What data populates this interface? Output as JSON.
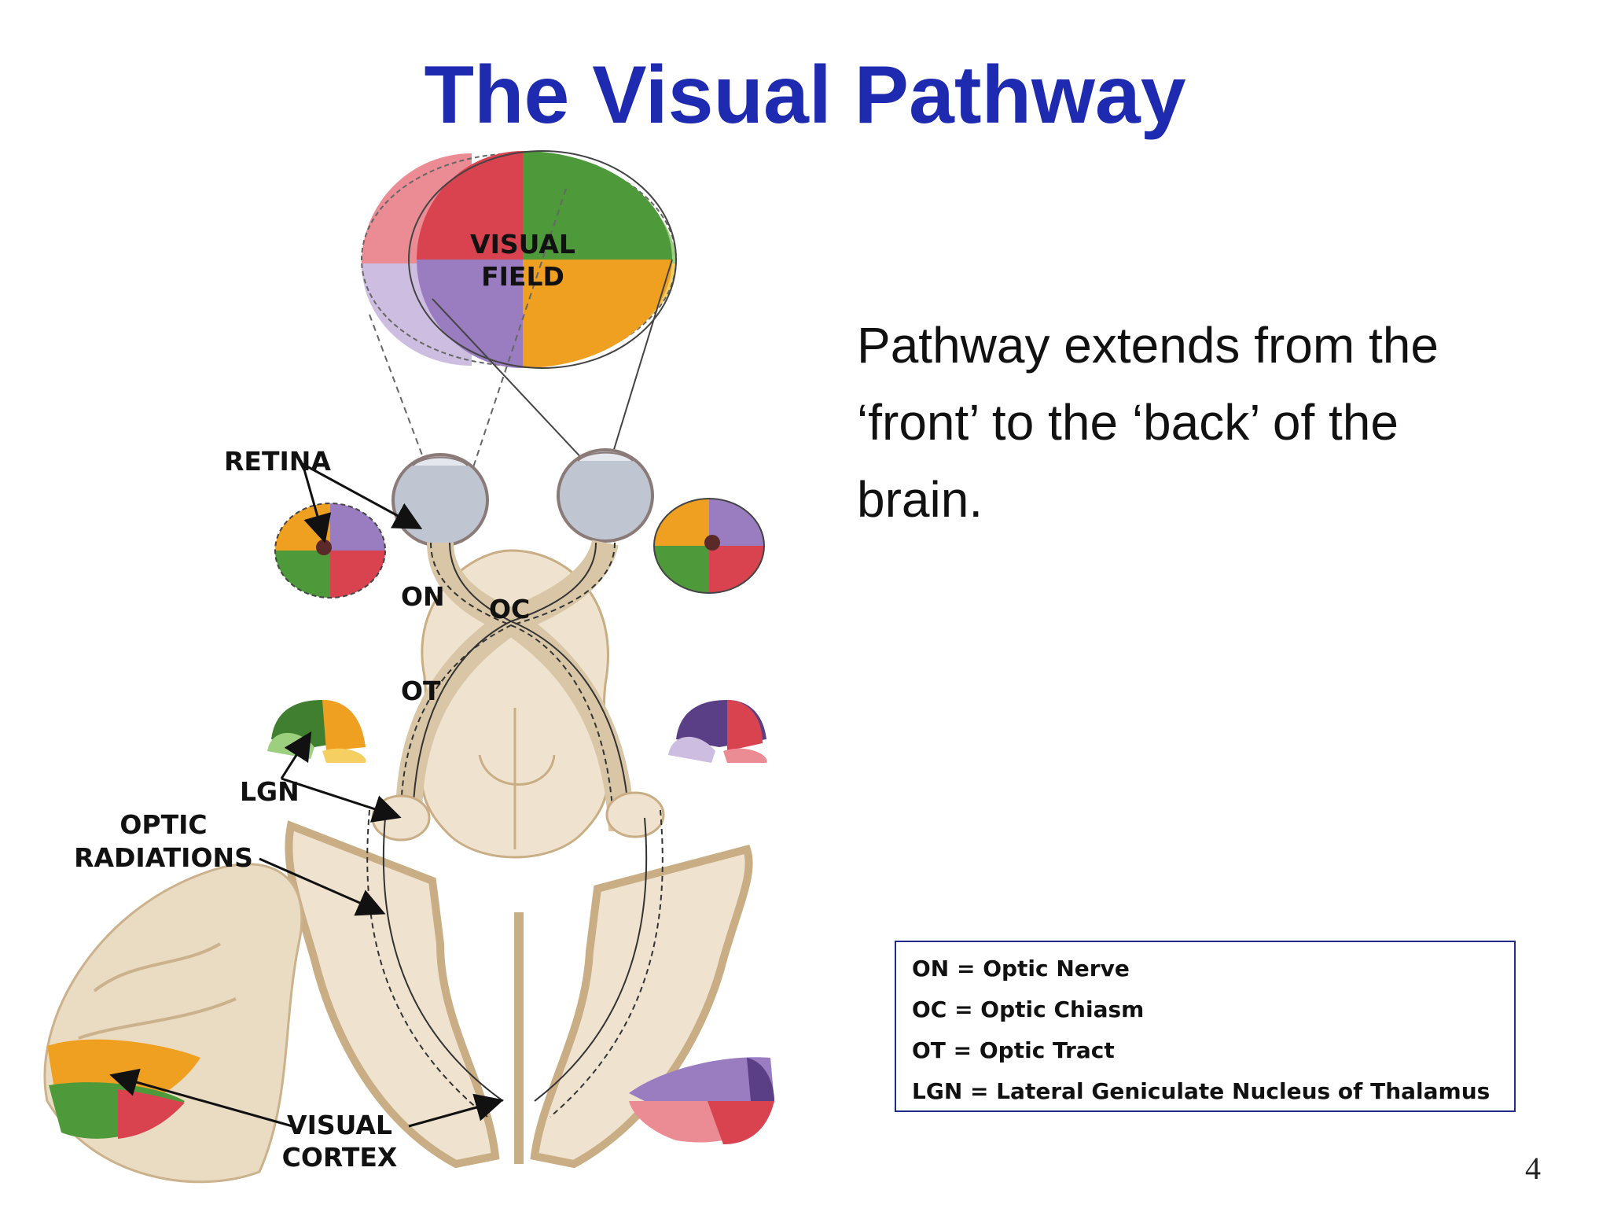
{
  "slide": {
    "title": "The Visual Pathway",
    "body_lines": [
      "Pathway extends from the",
      "‘front’ to the ‘back’ of the",
      "brain."
    ],
    "page_number": "4"
  },
  "diagram": {
    "labels": {
      "visual_field_line1": "VISUAL",
      "visual_field_line2": "FIELD",
      "retina": "RETINA",
      "on": "ON",
      "oc": "OC",
      "ot": "OT",
      "lgn": "LGN",
      "optic_radiations_line1": "OPTIC",
      "optic_radiations_line2": "RADIATIONS",
      "visual_cortex_line1": "VISUAL",
      "visual_cortex_line2": "CORTEX"
    },
    "colors": {
      "red": "#d9434f",
      "green": "#4e9a3a",
      "purple": "#9a7cc0",
      "orange": "#f0a020",
      "light_red": "#eb8c94",
      "light_green": "#9ccf7e",
      "light_purple": "#cdbde0",
      "brain_tissue": "#efe3cf",
      "brain_outline": "#c9ad84",
      "eye": "#bfc6d2"
    }
  },
  "legend": {
    "rows": [
      "ON = Optic Nerve",
      "OC = Optic Chiasm",
      "OT = Optic Tract",
      "LGN = Lateral Geniculate Nucleus of Thalamus"
    ]
  }
}
